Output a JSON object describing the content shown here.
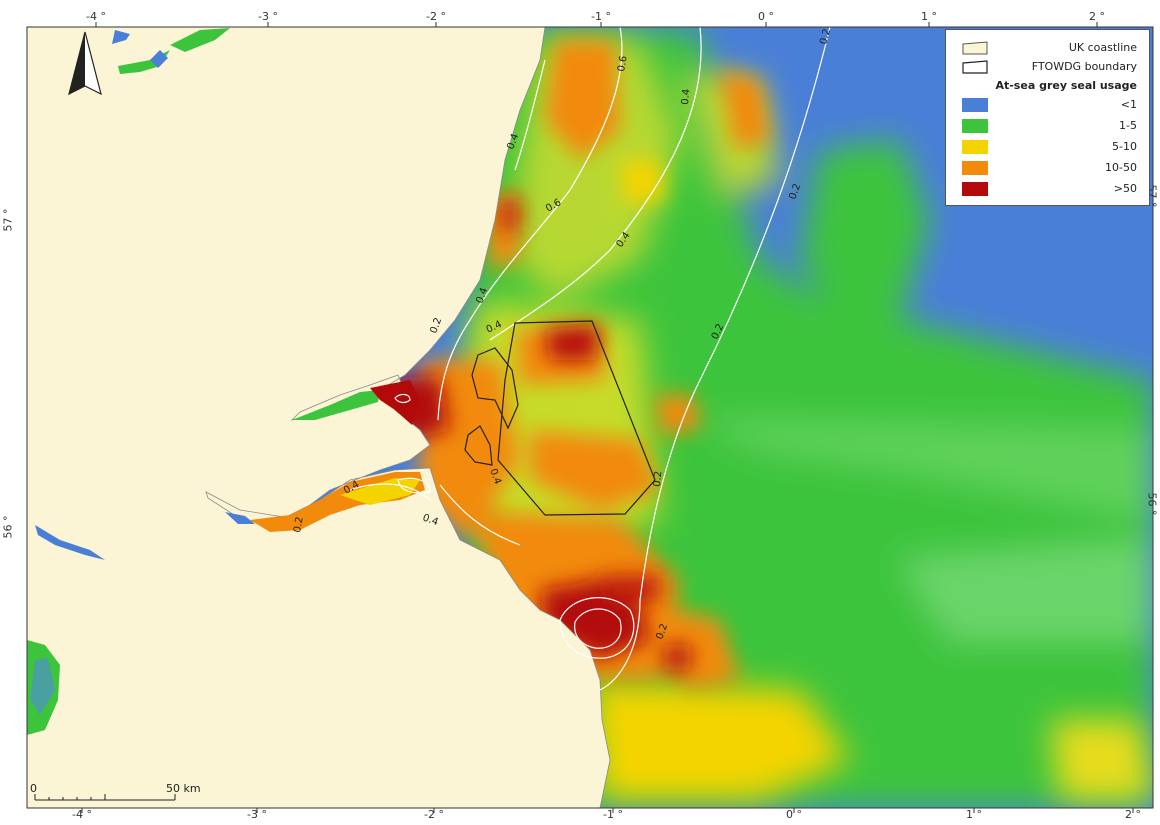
{
  "axes": {
    "top_ticks": [
      "-4 °",
      "-3 °",
      "-2 °",
      "-1 °",
      "0 °",
      "1 °",
      "2 °"
    ],
    "bottom_ticks": [
      "-4 °",
      "-3 °",
      "-2 °",
      "-1 °",
      "0 °",
      "1 °",
      "2 °"
    ],
    "left_ticks": [
      "57 °",
      "56 °"
    ],
    "right_ticks": [
      "57 °",
      "56 °"
    ]
  },
  "legend": {
    "coastline_label": "UK coastline",
    "boundary_label": "FTOWDG boundary",
    "heading": "At-sea grey seal usage",
    "classes": [
      {
        "label": "<1",
        "color": "#4a7fd8"
      },
      {
        "label": "1-5",
        "color": "#3cc43c"
      },
      {
        "label": "5-10",
        "color": "#f4d400"
      },
      {
        "label": "10-50",
        "color": "#f28a0c"
      },
      {
        "label": ">50",
        "color": "#b20a0a"
      }
    ]
  },
  "contour_labels": [
    "0.6",
    "0.4",
    "0.2",
    "0.2",
    "0.2",
    "0.4",
    "0.6",
    "0.4",
    "0.4",
    "0.2",
    "0.4",
    "0.4",
    "0.4",
    "0.4",
    "0.2",
    "0.2",
    "0.2"
  ],
  "scalebar": {
    "zero": "0",
    "label": "50 km"
  },
  "colors": {
    "land": "#fbf5d5",
    "sea_low": "#4a7fd8",
    "boundary": "#222222",
    "contour": "#ffffff"
  },
  "icons": {
    "north_arrow": "north-arrow-icon"
  }
}
